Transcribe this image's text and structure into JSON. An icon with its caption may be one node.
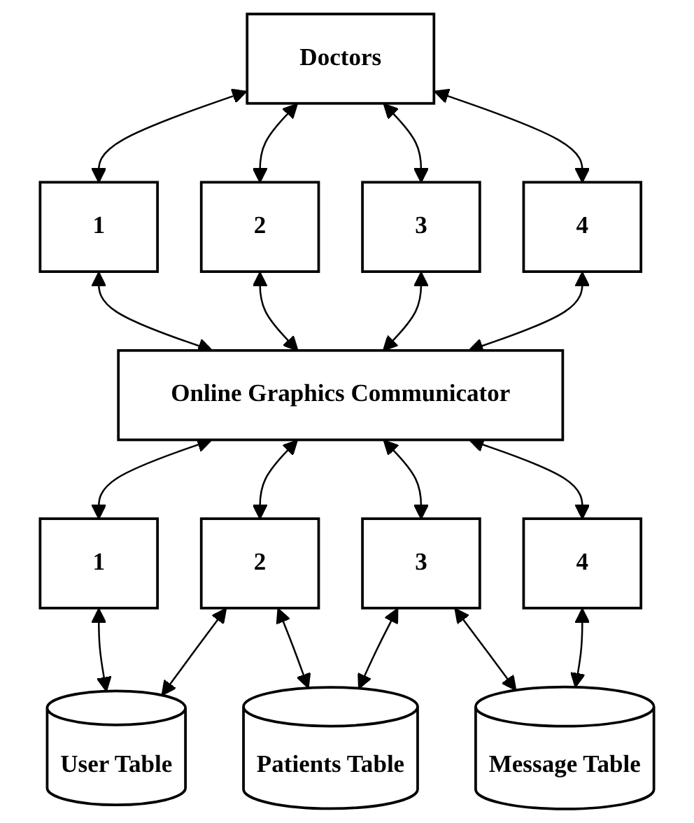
{
  "diagram": {
    "nodes": [
      {
        "text": [
          "Doctors"
        ]
      },
      {
        "text": [
          "1"
        ]
      },
      {
        "text": [
          "2"
        ]
      },
      {
        "text": [
          "3"
        ]
      },
      {
        "text": [
          "4"
        ]
      },
      {
        "text": [
          "Online Graphics Communicator"
        ]
      },
      {
        "text": [
          "1"
        ]
      },
      {
        "text": [
          "2"
        ]
      },
      {
        "text": [
          "3"
        ]
      },
      {
        "text": [
          "4"
        ]
      },
      {
        "text": [
          "User Table"
        ]
      },
      {
        "text": [
          "Patients Table"
        ]
      },
      {
        "text": [
          "Message Table"
        ]
      }
    ],
    "edges": [
      {
        "from": 0,
        "to": 1,
        "arrow": "both"
      },
      {
        "from": 0,
        "to": 2,
        "arrow": "both"
      },
      {
        "from": 0,
        "to": 3,
        "arrow": "both"
      },
      {
        "from": 0,
        "to": 4,
        "arrow": "both"
      },
      {
        "from": 1,
        "to": 5,
        "arrow": "both"
      },
      {
        "from": 2,
        "to": 5,
        "arrow": "both"
      },
      {
        "from": 3,
        "to": 5,
        "arrow": "both"
      },
      {
        "from": 4,
        "to": 5,
        "arrow": "both"
      },
      {
        "from": 5,
        "to": 6,
        "arrow": "both"
      },
      {
        "from": 5,
        "to": 7,
        "arrow": "both"
      },
      {
        "from": 5,
        "to": 8,
        "arrow": "both"
      },
      {
        "from": 5,
        "to": 9,
        "arrow": "both"
      },
      {
        "from": 6,
        "to": 10,
        "arrow": "both"
      },
      {
        "from": 7,
        "to": 10,
        "arrow": "both"
      },
      {
        "from": 7,
        "to": 11,
        "arrow": "both"
      },
      {
        "from": 8,
        "to": 11,
        "arrow": "both"
      },
      {
        "from": 8,
        "to": 12,
        "arrow": "both"
      },
      {
        "from": 9,
        "to": 12,
        "arrow": "both"
      }
    ]
  }
}
